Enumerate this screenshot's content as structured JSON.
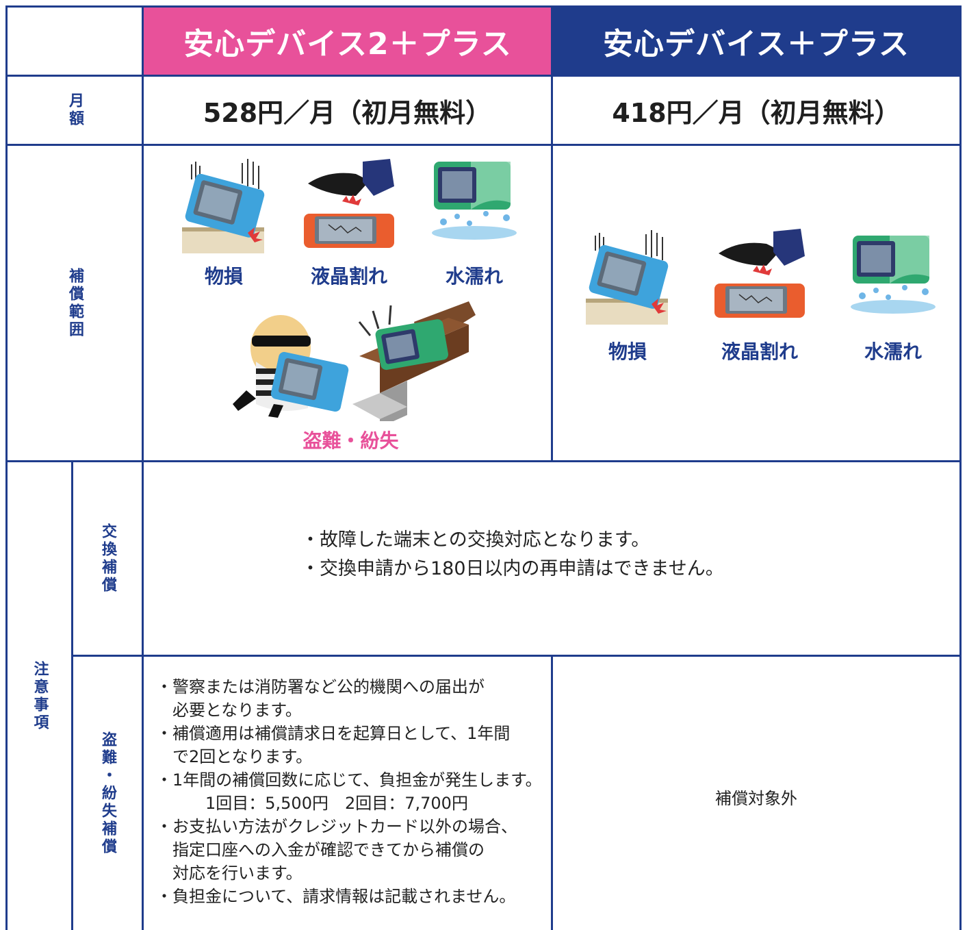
{
  "colors": {
    "pink_header": "#e8519a",
    "navy_header": "#1f3c8c",
    "grid_line": "#1f3c8c",
    "caption_navy": "#1f3c8c",
    "caption_pink": "#e8519a"
  },
  "header": {
    "plan_plus2": "安心デバイス2＋プラス",
    "plan_plus": "安心デバイス＋プラス"
  },
  "rows": {
    "monthly_label": "月額",
    "coverage_label": "補償範囲",
    "notes_label": "注意事項",
    "exchange_label": "交換補償",
    "theft_label": "盗難・紛失補償"
  },
  "price": {
    "plus2": "528円／月（初月無料）",
    "plus": "418円／月（初月無料）"
  },
  "coverage": {
    "plus2": [
      "物損",
      "液晶割れ",
      "水濡れ"
    ],
    "plus2_extra": "盗難・紛失",
    "plus": [
      "物損",
      "液晶割れ",
      "水濡れ"
    ]
  },
  "exchange_notes": [
    "・故障した端末との交換対応となります。",
    "・交換申請から180日以内の再申請はできません。"
  ],
  "theft_notes": [
    "・警察または消防署など公的機関への届出が",
    "　必要となります。",
    "・補償適用は補償請求日を起算日として、1年間",
    "　で2回となります。",
    "・1年間の補償回数に応じて、負担金が発生します。",
    "　　　1回目：5,500円　2回目：7,700円",
    "・お支払い方法がクレジットカード以外の場合、",
    "　指定口座への入金が確認できてから補償の",
    "　対応を行います。",
    "・負担金について、請求情報は記載されません。"
  ],
  "theft_plus": "補償対象外"
}
